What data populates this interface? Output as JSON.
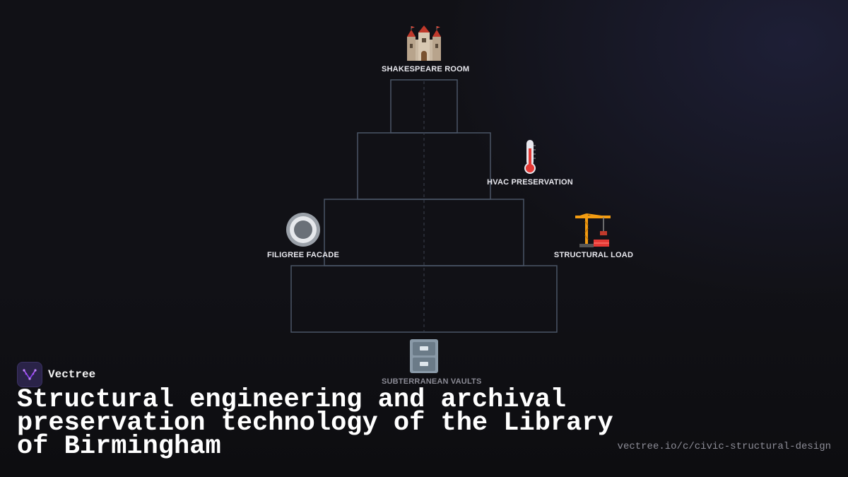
{
  "diagram": {
    "nodes": [
      {
        "id": "top",
        "label": "SHAKESPEARE ROOM",
        "icon": "castle-icon"
      },
      {
        "id": "right-upper",
        "label": "HVAC PRESERVATION",
        "icon": "thermometer-icon"
      },
      {
        "id": "left",
        "label": "FILIGREE FACADE",
        "icon": "radio-button-icon"
      },
      {
        "id": "right-lower",
        "label": "STRUCTURAL LOAD",
        "icon": "construction-crane-icon"
      },
      {
        "id": "bottom",
        "label": "SUBTERRANEAN VAULTS",
        "icon": "file-cabinet-icon"
      }
    ],
    "stroke_color": "#4a5566"
  },
  "brand": {
    "name": "Vectree",
    "logo_icon": "vectree-logo-icon",
    "logo_color": "#a855f7"
  },
  "title": "Structural engineering and archival preservation technology of the Library of Birmingham",
  "url": "vectree.io/c/civic-structural-design"
}
